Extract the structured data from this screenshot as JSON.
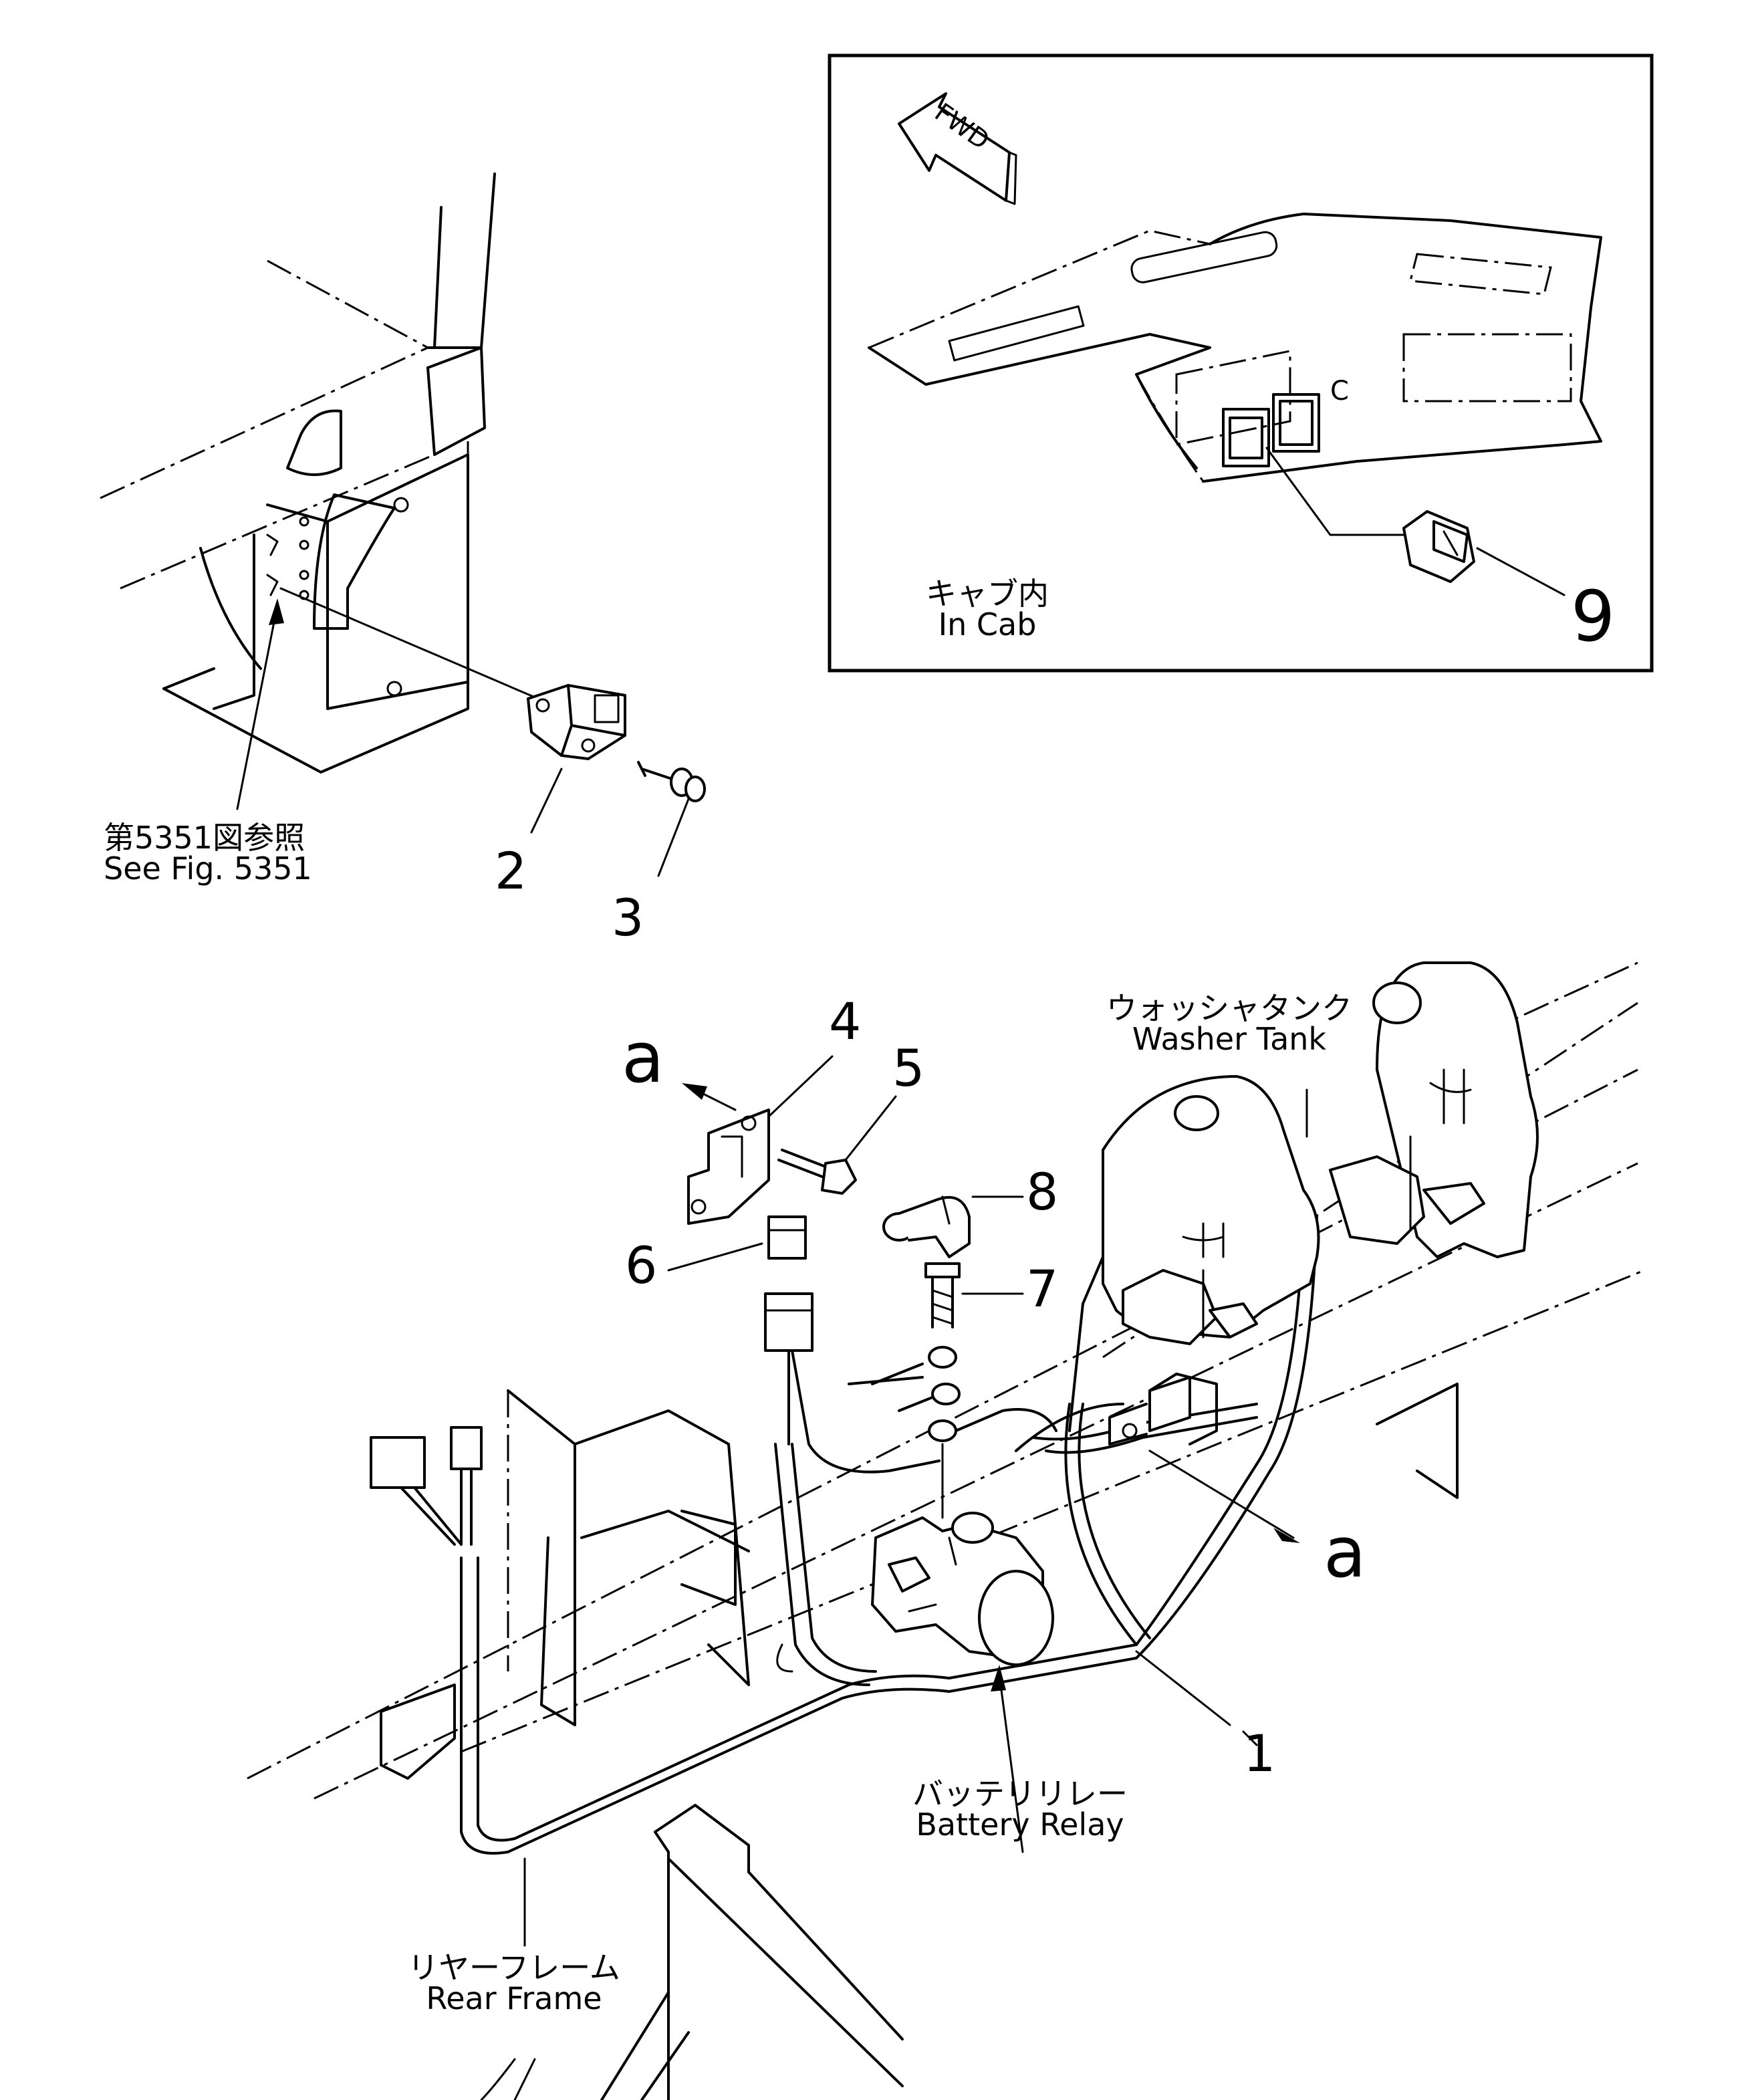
{
  "callouts": {
    "c1": "1",
    "c2": "2",
    "c3": "3",
    "c4": "4",
    "c5": "5",
    "c6": "6",
    "c7": "7",
    "c8": "8",
    "c9": "9",
    "a_top": "a",
    "a_right": "a"
  },
  "fwd_arrow": "FWD",
  "cab_marker": "C",
  "notes": {
    "see_fig_jp": "第5351図参照",
    "see_fig_en": "See  Fig. 5351",
    "in_cab_jp": "キャブ内",
    "in_cab_en": "In  Cab",
    "washer_tank_jp": "ウォッシャタンク",
    "washer_tank_en": "Washer  Tank",
    "battery_relay_jp": "バッテリリレー",
    "battery_relay_en": "Battery  Relay",
    "rear_frame_jp": "リヤーフレーム",
    "rear_frame_en": "Rear  Frame"
  }
}
